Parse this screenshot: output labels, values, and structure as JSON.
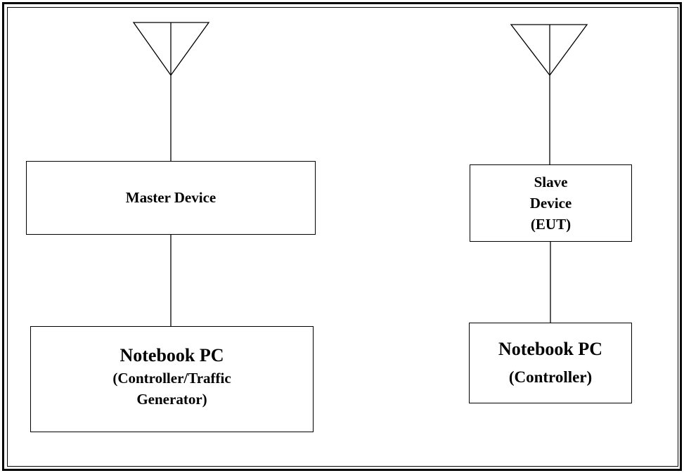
{
  "diagram": {
    "master_device": {
      "label": "Master Device"
    },
    "slave_device": {
      "line1": "Slave",
      "line2": "Device",
      "line3": "(EUT)"
    },
    "notebook_left": {
      "title": "Notebook PC",
      "line2": "(Controller/Traffic",
      "line3": "Generator)"
    },
    "notebook_right": {
      "title": "Notebook PC",
      "subtitle": "(Controller)"
    },
    "connections": [
      {
        "from": "antenna-left",
        "to": "master_device"
      },
      {
        "from": "master_device",
        "to": "notebook_left"
      },
      {
        "from": "antenna-right",
        "to": "slave_device"
      },
      {
        "from": "slave_device",
        "to": "notebook_right"
      }
    ]
  }
}
